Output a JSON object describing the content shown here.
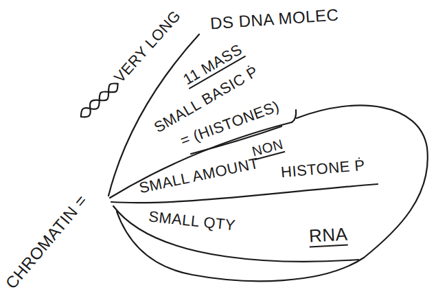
{
  "diagram": {
    "labels": [
      "VERY LONG",
      "DS DNA MOLEC",
      "11 MASS",
      "SMALL BASIC Ṗ",
      "= (HISTONES)",
      "SMALL AMOUNT",
      "NON",
      "HISTONE Ṗ",
      "SMALL QTY",
      "RNA",
      "CHROMATIN ="
    ]
  }
}
